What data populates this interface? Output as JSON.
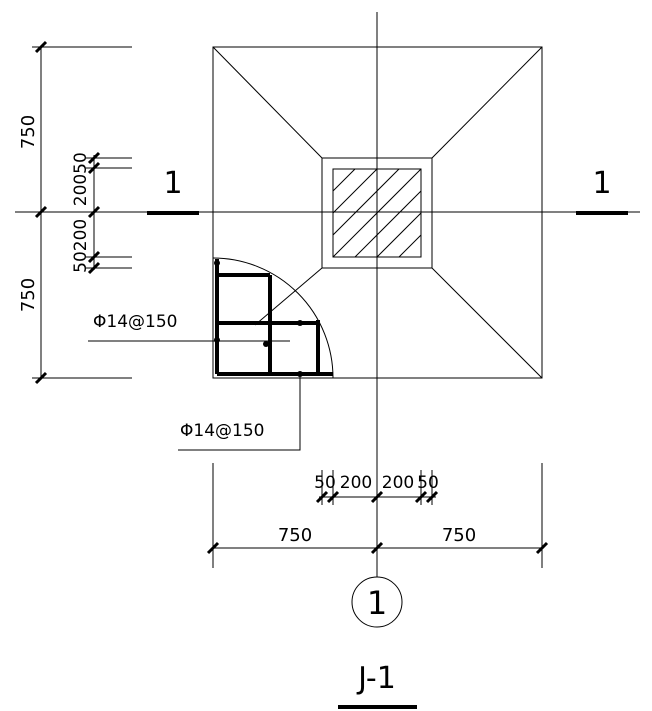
{
  "drawing": {
    "title": "J-1",
    "axis_mark": "1",
    "section_marks": {
      "left": "1",
      "right": "1"
    },
    "rebar_labels": {
      "upper": "Φ14@150",
      "lower": "Φ14@150"
    },
    "dims_left": {
      "top": "750",
      "bottom": "750",
      "d1": "50",
      "d2": "200",
      "d3": "200",
      "d4": "50"
    },
    "dims_bottom_inner": {
      "d1": "50",
      "d2": "200",
      "d3": "200",
      "d4": "50"
    },
    "dims_bottom_outer": {
      "left": "750",
      "right": "750"
    }
  }
}
